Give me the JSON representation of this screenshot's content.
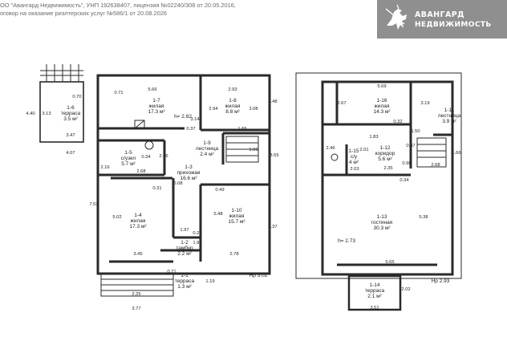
{
  "header": {
    "lines": [
      "ОО \"Авангард Недвижимость\", УНП 192638407, лицензия №02240/308 от 20.05.2016,",
      "оговор на оказание риэлтерских услуг №586/1 от 20.08.2026"
    ]
  },
  "logo": {
    "line1": "АВАНГАРД",
    "line2": "НЕДВИЖИМОСТЬ",
    "icon": "horseman-logo-icon"
  },
  "colors": {
    "logo_bg": "#8f8f8f",
    "wall": "#2a2a2a",
    "text": "#222222"
  },
  "floor1": {
    "rooms": [
      {
        "id": "1-6",
        "name": "терраса",
        "area": "3.5 м²"
      },
      {
        "id": "1-7",
        "name": "жилая",
        "area": "17.3 м²"
      },
      {
        "id": "1-8",
        "name": "жилая",
        "area": "8.8 м²"
      },
      {
        "id": "1-9",
        "name": "лестница",
        "area": "2.4 м²"
      },
      {
        "id": "1-5",
        "name": "с/узел",
        "area": "5.7 м²"
      },
      {
        "id": "1-3",
        "name": "прихожая",
        "area": "16.6 м²"
      },
      {
        "id": "1-4",
        "name": "жилая",
        "area": "17.3 м²"
      },
      {
        "id": "1-10",
        "name": "жилая",
        "area": "15.7 м²"
      },
      {
        "id": "1-2",
        "name": "тамбур",
        "area": "2.2 м²"
      },
      {
        "id": "1-1",
        "name": "терраса",
        "area": "1.3 м²"
      }
    ],
    "height": "h= 2.82",
    "bottom_height": "Hр 3.02",
    "dims": [
      "0.70",
      "3.13",
      "4.40",
      "3.47",
      "4.07",
      "0.71",
      "5.66",
      "2.93",
      "3.48",
      "3.14",
      "2.94",
      "3.08",
      "1.65",
      "0.37",
      "1.66",
      "3.55",
      "0.34",
      "2.16",
      "2.16",
      "2.68",
      "6.08",
      "0.31",
      "0.49",
      "7.53",
      "5.02",
      "5.48",
      "5.37",
      "1.97",
      "0.29",
      "1.94",
      "3.45",
      "2.78",
      "0.71",
      "1.19",
      "2.25",
      "3.77"
    ]
  },
  "floor2": {
    "rooms": [
      {
        "id": "1-16",
        "name": "жилая",
        "area": "14.3 м²"
      },
      {
        "id": "1-11",
        "name": "лестница",
        "area": "3.9 м²"
      },
      {
        "id": "1-15",
        "name": "с/у",
        "area": "4 м²"
      },
      {
        "id": "1-12",
        "name": "коридор",
        "area": "5.6 м²"
      },
      {
        "id": "1-13",
        "name": "гостиная",
        "area": "30.3 м²"
      },
      {
        "id": "1-14",
        "name": "терраса",
        "area": "2.1 м²"
      }
    ],
    "height": "h= 2.73",
    "bottom_height": "Hр 2.93",
    "dims": [
      "5.69",
      "2.67",
      "3.19",
      "0.32",
      "1.50",
      "1.83",
      "0.87",
      "1.66",
      "2.68",
      "2.01",
      "2.03",
      "2.46",
      "2.35",
      "0.34",
      "0.98",
      "5.38",
      "5.65",
      "2.02",
      "3.51"
    ]
  }
}
